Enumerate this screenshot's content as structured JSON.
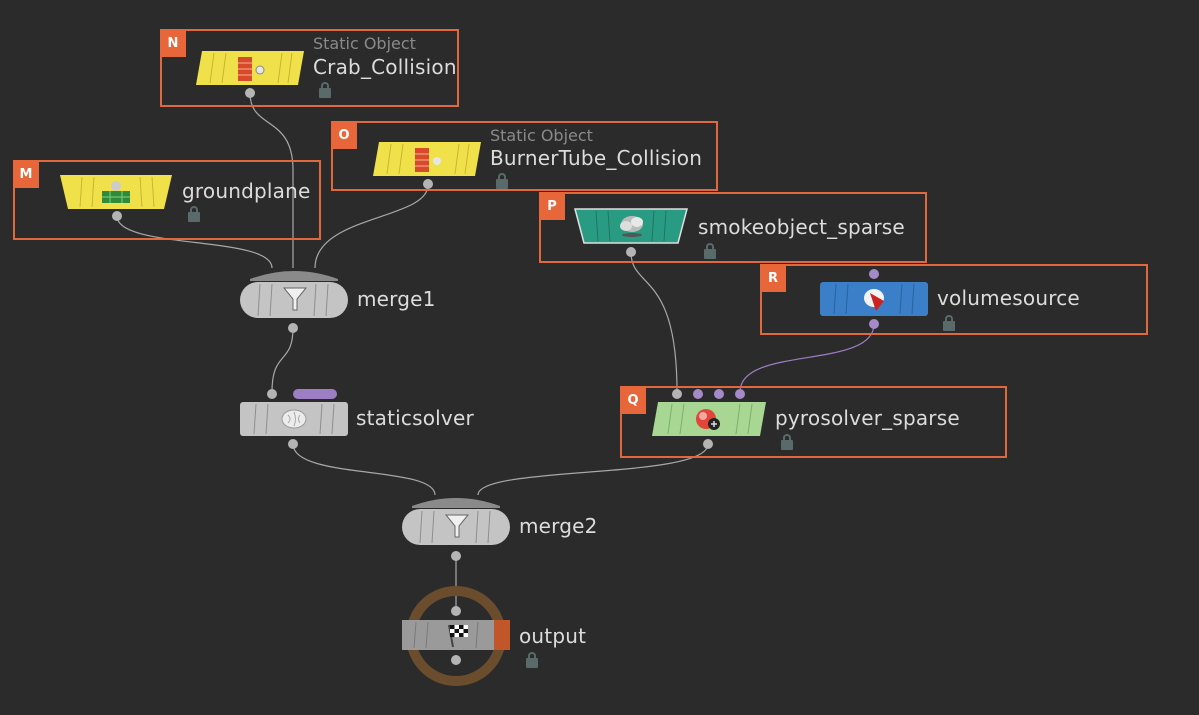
{
  "nodes": {
    "crab_collision": {
      "badge": "N",
      "type_label": "Static Object",
      "name": "Crab_Collision",
      "icon": "brick-wall-icon"
    },
    "burnertube_collision": {
      "badge": "O",
      "type_label": "Static Object",
      "name": "BurnerTube_Collision",
      "icon": "brick-wall-icon"
    },
    "groundplane": {
      "badge": "M",
      "name": "groundplane",
      "icon": "ground-plane-icon"
    },
    "smokeobject_sparse": {
      "badge": "P",
      "name": "smokeobject_sparse",
      "icon": "cloud-icon"
    },
    "volumesource": {
      "badge": "R",
      "name": "volumesource",
      "icon": "volume-source-icon"
    },
    "merge1": {
      "name": "merge1",
      "icon": "funnel-icon"
    },
    "staticsolver": {
      "name": "staticsolver",
      "icon": "brain-icon"
    },
    "pyrosolver_sparse": {
      "badge": "Q",
      "name": "pyrosolver_sparse",
      "icon": "fire-solver-icon"
    },
    "merge2": {
      "name": "merge2",
      "icon": "funnel-icon"
    },
    "output": {
      "name": "output",
      "icon": "checkered-flag-icon"
    }
  },
  "colors": {
    "background": "#2b2b2b",
    "netbox_border": "#e0683c",
    "static_object": "#f0e14b",
    "smoke_object": "#2a9b83",
    "volume_source": "#3b7fc9",
    "pyro_solver": "#a7d793",
    "merge_gray": "#c4c4c4",
    "output_ring": "#6b4d2e",
    "wire": "#a8a8a8",
    "wire_purple": "#9d7ec4"
  }
}
